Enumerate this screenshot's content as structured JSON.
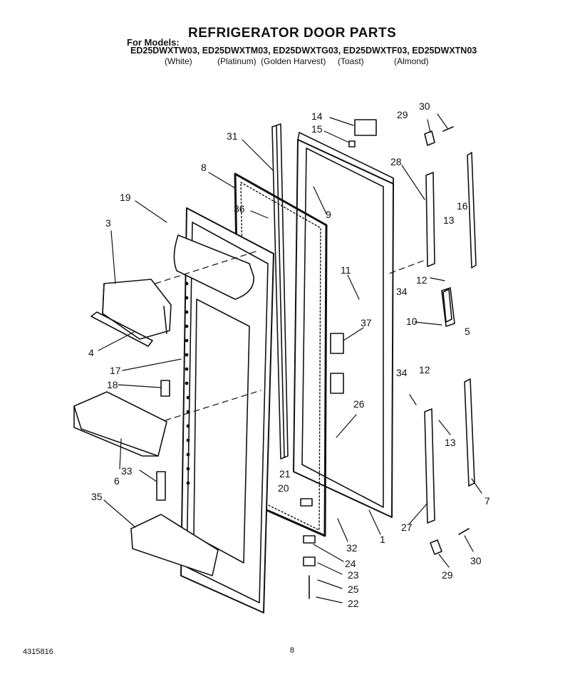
{
  "header": {
    "for_models": "For Models:",
    "title": "REFRIGERATOR DOOR PARTS",
    "models": "ED25DWXTW03, ED25DWXTM03, ED25DWXTG03, ED25DWXTF03, ED25DWXTN03",
    "finishes": [
      "(White)",
      "(Platinum)",
      "(Golden Harvest)",
      "(Toast)",
      "(Almond)"
    ]
  },
  "callouts": [
    "14",
    "15",
    "29",
    "30",
    "31",
    "8",
    "28",
    "9",
    "19",
    "36",
    "16",
    "13",
    "3",
    "11",
    "12",
    "34",
    "10",
    "37",
    "5",
    "4",
    "17",
    "18",
    "12",
    "34",
    "26",
    "13",
    "6",
    "33",
    "21",
    "20",
    "35",
    "7",
    "27",
    "1",
    "32",
    "24",
    "23",
    "30",
    "29",
    "25",
    "22"
  ],
  "footer": {
    "code": "4315816",
    "page": "8"
  }
}
